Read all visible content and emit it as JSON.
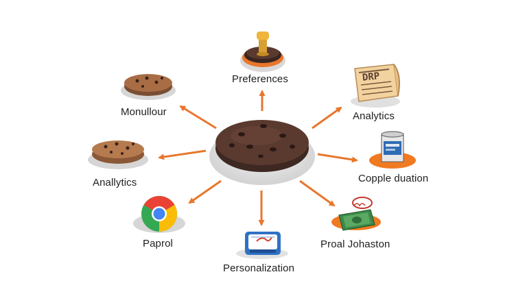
{
  "nodes": [
    {
      "id": "preferences",
      "label": "Preferences",
      "icon": "stamp-icon"
    },
    {
      "id": "monullour",
      "label": "Monullour",
      "icon": "cookie-icon"
    },
    {
      "id": "analytics-right",
      "label": "Analytics",
      "icon": "document-icon"
    },
    {
      "id": "analytics-left",
      "label": "Anallytics",
      "icon": "cookie-icon"
    },
    {
      "id": "copple-duation",
      "label": "Copple duation",
      "icon": "can-icon"
    },
    {
      "id": "paprol",
      "label": "Paprol",
      "icon": "chrome-icon"
    },
    {
      "id": "proal-johaston",
      "label": "Proal Johaston",
      "icon": "banknote-icon"
    },
    {
      "id": "personalization",
      "label": "Personalization",
      "icon": "calendar-icon"
    }
  ],
  "center": {
    "icon": "cookie-icon"
  },
  "colors": {
    "arrow": "#e8762c",
    "cookie": "#4a3028",
    "plate": "#d9d9d9",
    "orange_disk": "#f07a22"
  }
}
